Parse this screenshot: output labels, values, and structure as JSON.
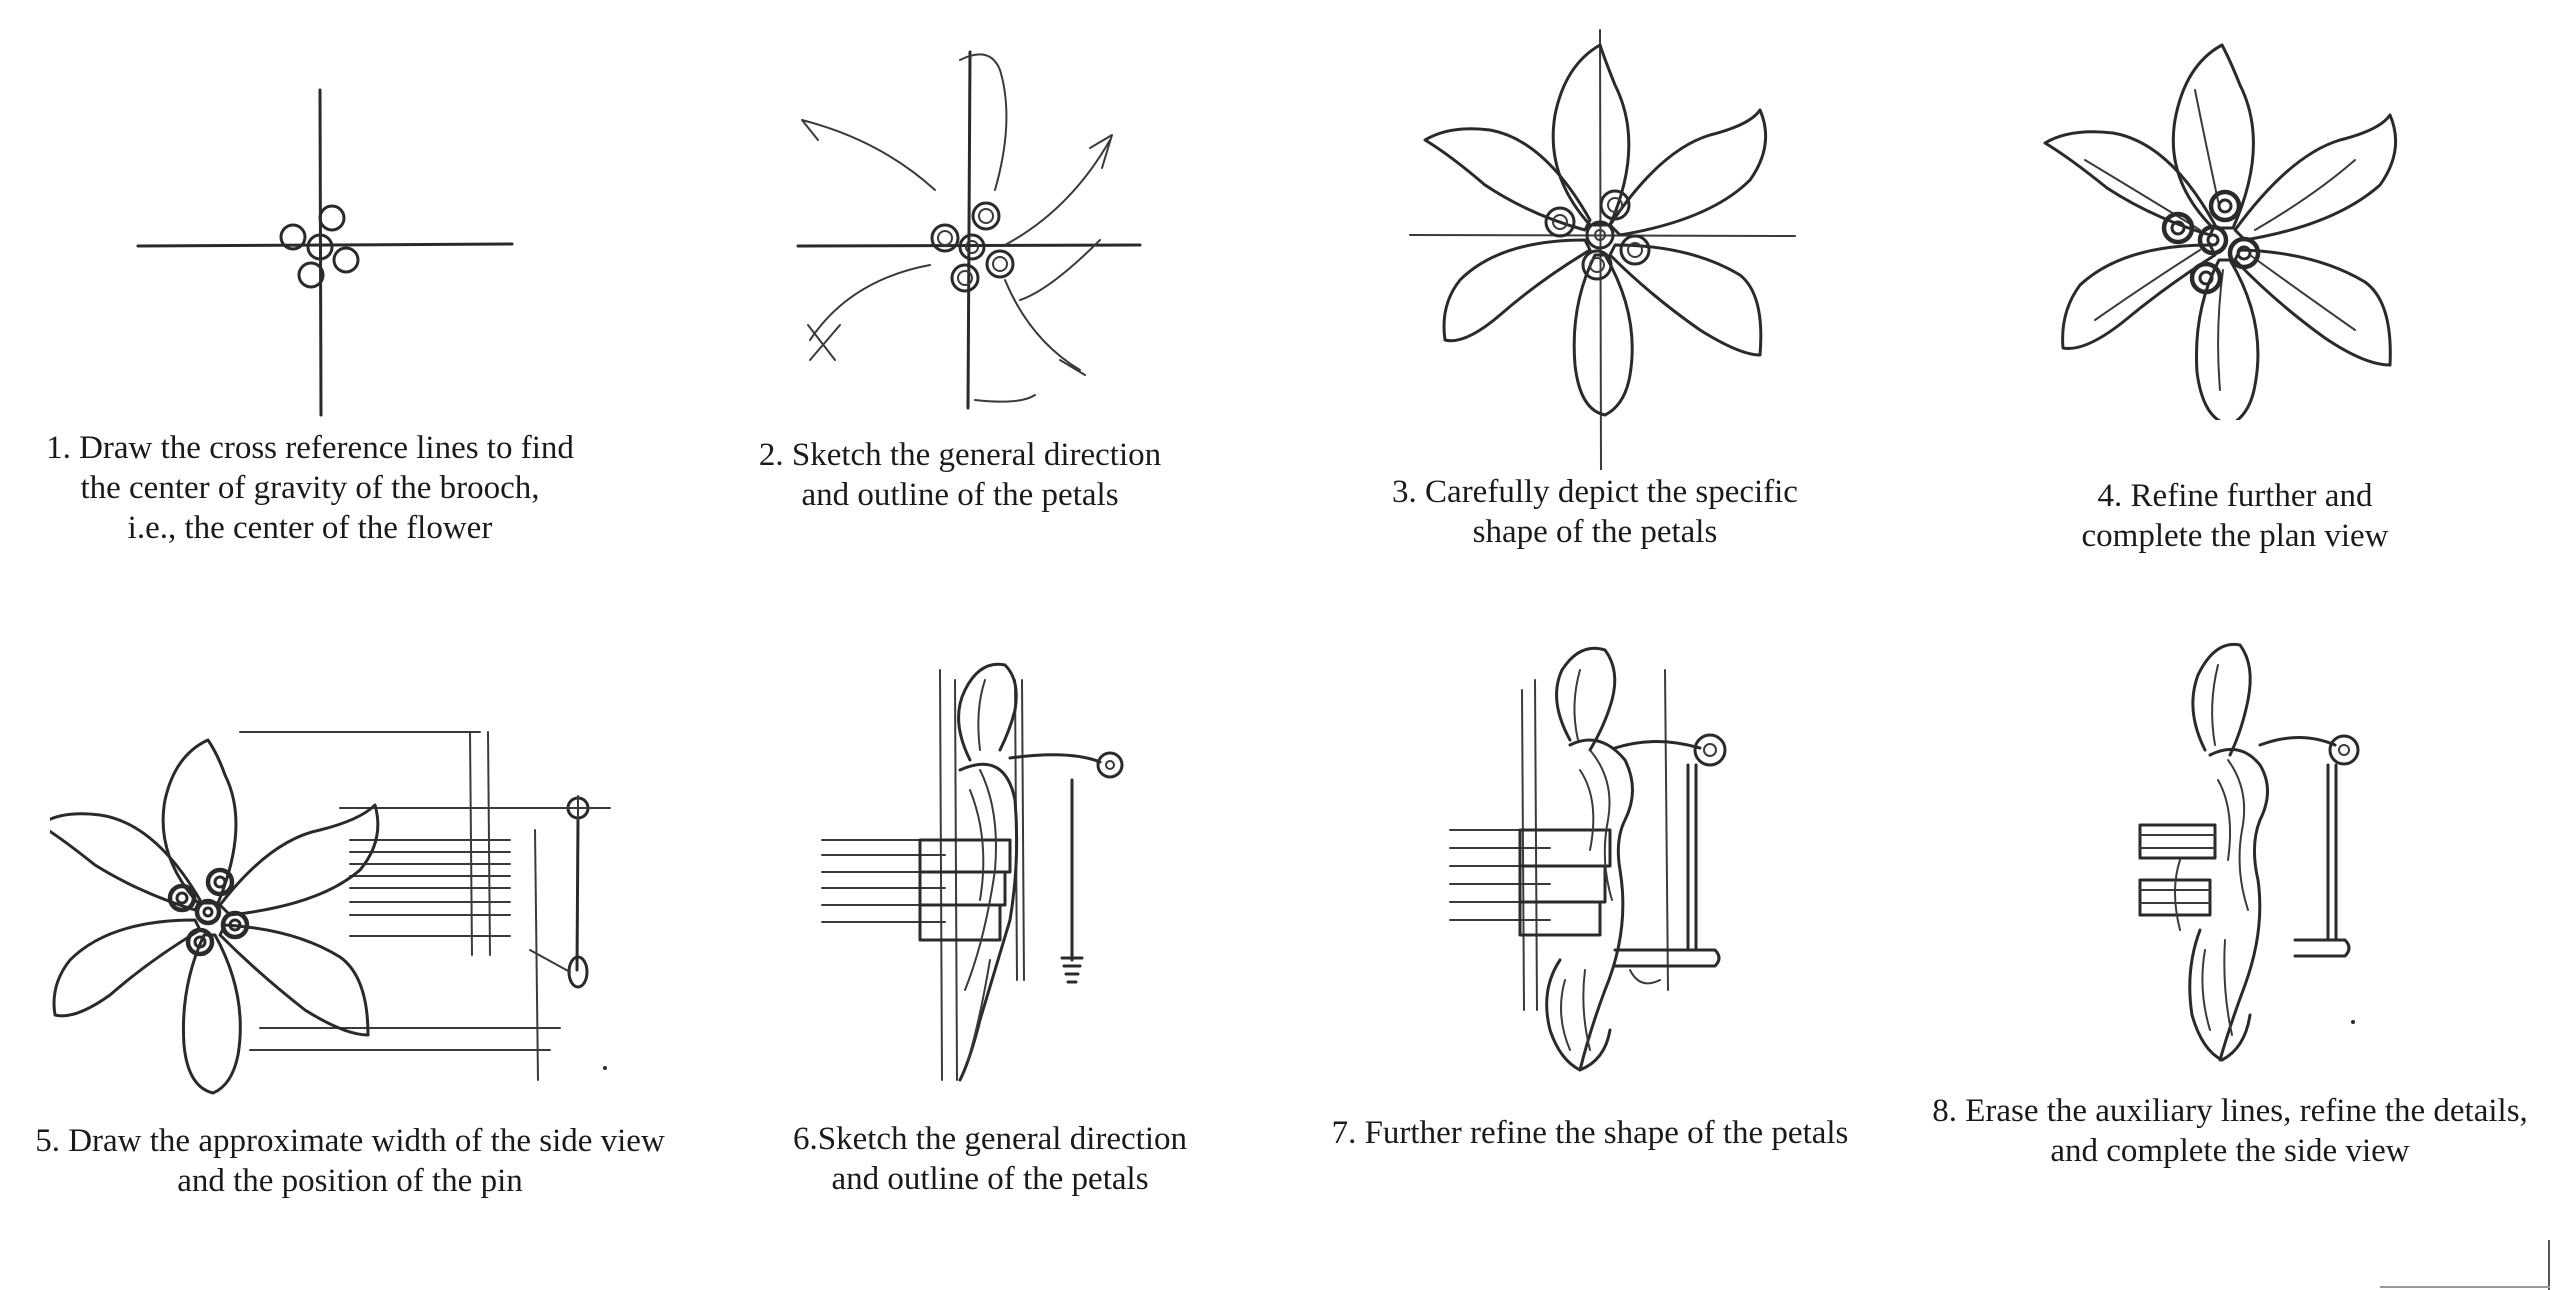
{
  "steps": [
    {
      "lines": [
        "1. Draw the cross reference lines to find",
        "the center of gravity of the brooch,",
        "i.e., the center of the flower"
      ]
    },
    {
      "lines": [
        "2. Sketch the general direction",
        "and outline of the petals"
      ]
    },
    {
      "lines": [
        "3. Carefully depict the specific",
        "shape of the petals"
      ]
    },
    {
      "lines": [
        "4. Refine further and",
        "complete the plan view"
      ]
    },
    {
      "lines": [
        "5. Draw the approximate width of the side view",
        "and the position of the pin"
      ]
    },
    {
      "lines": [
        "6.Sketch the general direction",
        "and outline of the petals"
      ]
    },
    {
      "lines": [
        "7. Further refine the shape of the petals"
      ]
    },
    {
      "lines": [
        "8. Erase the auxiliary lines, refine the details,",
        "and complete the side view"
      ]
    }
  ]
}
